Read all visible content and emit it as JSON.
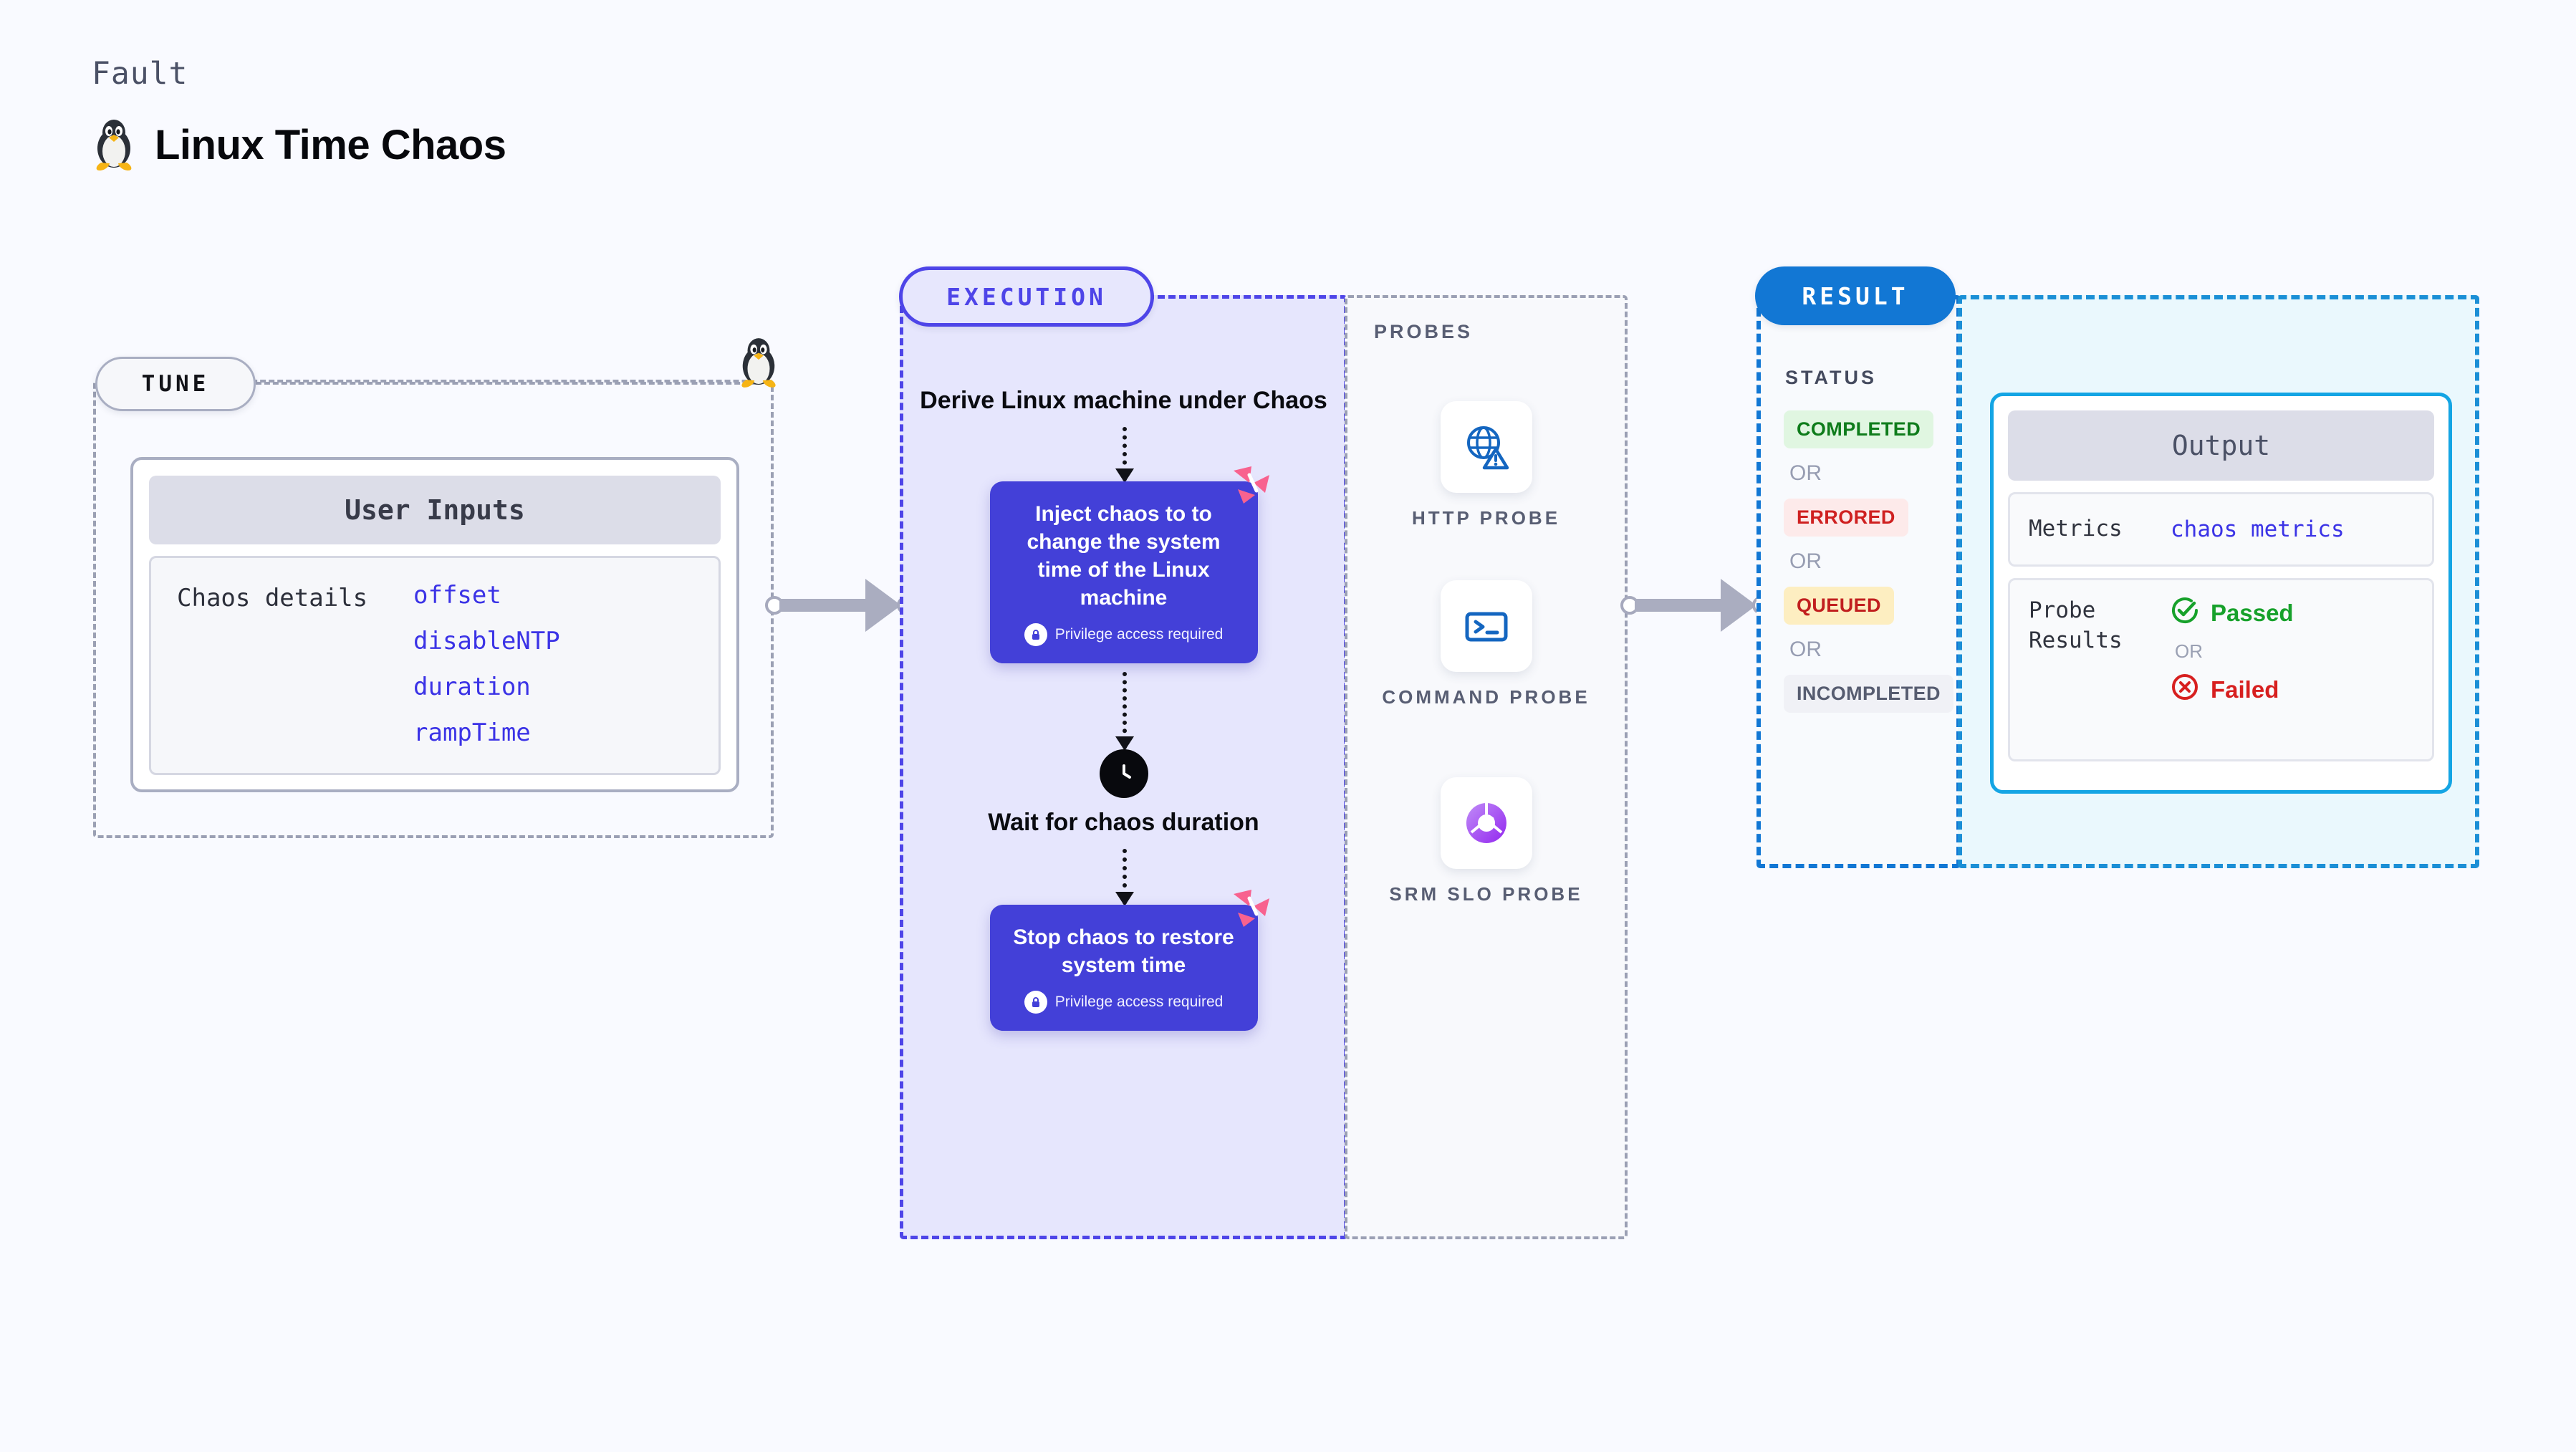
{
  "header": {
    "kicker": "Fault",
    "title": "Linux Time Chaos",
    "icon": "tux-penguin-icon"
  },
  "sections": {
    "tune": {
      "badge": "TUNE",
      "card": {
        "header": "User Inputs",
        "row_label": "Chaos details",
        "params": [
          "offset",
          "disableNTP",
          "duration",
          "rampTime"
        ]
      }
    },
    "execution": {
      "badge": "EXECUTION",
      "steps": [
        {
          "type": "title",
          "text": "Derive Linux machine under Chaos"
        },
        {
          "type": "action",
          "text": "Inject chaos to to change the system time of the Linux machine",
          "note": "Privilege access required",
          "note_icon": "lock-icon",
          "corner_icon": "harness-logo-icon"
        },
        {
          "type": "wait",
          "icon": "clock-icon",
          "text": "Wait for chaos duration"
        },
        {
          "type": "action",
          "text": "Stop chaos to restore system time",
          "note": "Privilege access required",
          "note_icon": "lock-icon",
          "corner_icon": "harness-logo-icon"
        }
      ]
    },
    "probes": {
      "label": "PROBES",
      "items": [
        {
          "name": "HTTP PROBE",
          "icon": "globe-warning-icon"
        },
        {
          "name": "COMMAND PROBE",
          "icon": "terminal-icon"
        },
        {
          "name": "SRM SLO PROBE",
          "icon": "slo-donut-check-icon"
        }
      ]
    },
    "result": {
      "badge": "RESULT",
      "status_label": "STATUS",
      "or_label": "OR",
      "statuses": [
        {
          "label": "COMPLETED",
          "variant": "completed"
        },
        {
          "label": "ERRORED",
          "variant": "errored"
        },
        {
          "label": "QUEUED",
          "variant": "queued"
        },
        {
          "label": "INCOMPLETED",
          "variant": "incomplete"
        }
      ]
    },
    "output": {
      "header": "Output",
      "metrics": {
        "key": "Metrics",
        "value": "chaos metrics"
      },
      "probe_results": {
        "key": "Probe Results",
        "passed": {
          "label": "Passed",
          "icon": "check-circle-icon"
        },
        "or_label": "OR",
        "failed": {
          "label": "Failed",
          "icon": "x-circle-icon"
        }
      }
    }
  },
  "colors": {
    "page_bg": "#f9faff",
    "execution_fill": "#e6e6fd",
    "execution_accent": "#4e45e8",
    "action_box": "#4340d8",
    "result_accent": "#1277d4",
    "output_fill": "#eaf8fd",
    "output_accent": "#14a5e4",
    "param_text": "#3b33e6",
    "harness_pink": "#f8628f",
    "passed_green": "#17a12b",
    "failed_red": "#d71f1f"
  }
}
